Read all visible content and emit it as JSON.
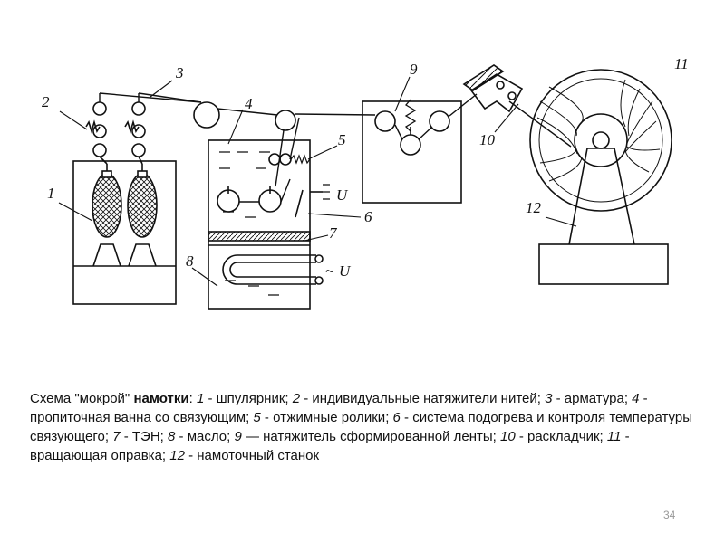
{
  "diagram": {
    "labels": {
      "n1": "1",
      "n2": "2",
      "n3": "3",
      "n4": "4",
      "n5": "5",
      "n6": "6",
      "n7": "7",
      "n8": "8",
      "n9": "9",
      "n10": "10",
      "n11": "11",
      "n12": "12",
      "u_dc": "U",
      "u_ac": "U",
      "ac_symbol": "~"
    }
  },
  "caption": {
    "intro": "Схема \"мокрой\" ",
    "emphasis": "намотки",
    "colon": ": ",
    "items": [
      {
        "num": "1",
        "text": " - шпулярник; "
      },
      {
        "num": "2",
        "text": " - индивидуальные натяжители нитей; "
      },
      {
        "num": "3",
        "text": " - арматура; "
      },
      {
        "num": "4",
        "text": " - пропиточная ванна со связующим; "
      },
      {
        "num": "5",
        "text": " - отжимные ролики; "
      },
      {
        "num": "6",
        "text": " - система подогрева и контроля температуры связующего; "
      },
      {
        "num": "7",
        "text": " - ТЭН; "
      },
      {
        "num": "8",
        "text": " - масло; "
      },
      {
        "num": "9",
        "text": " — натяжитель сформированной ленты; "
      },
      {
        "num": "10",
        "text": " - раскладчик; "
      },
      {
        "num": "11",
        "text": " - вращающая оправка; "
      },
      {
        "num": "12",
        "text": " - намоточный станок"
      }
    ]
  },
  "page_number": "34"
}
